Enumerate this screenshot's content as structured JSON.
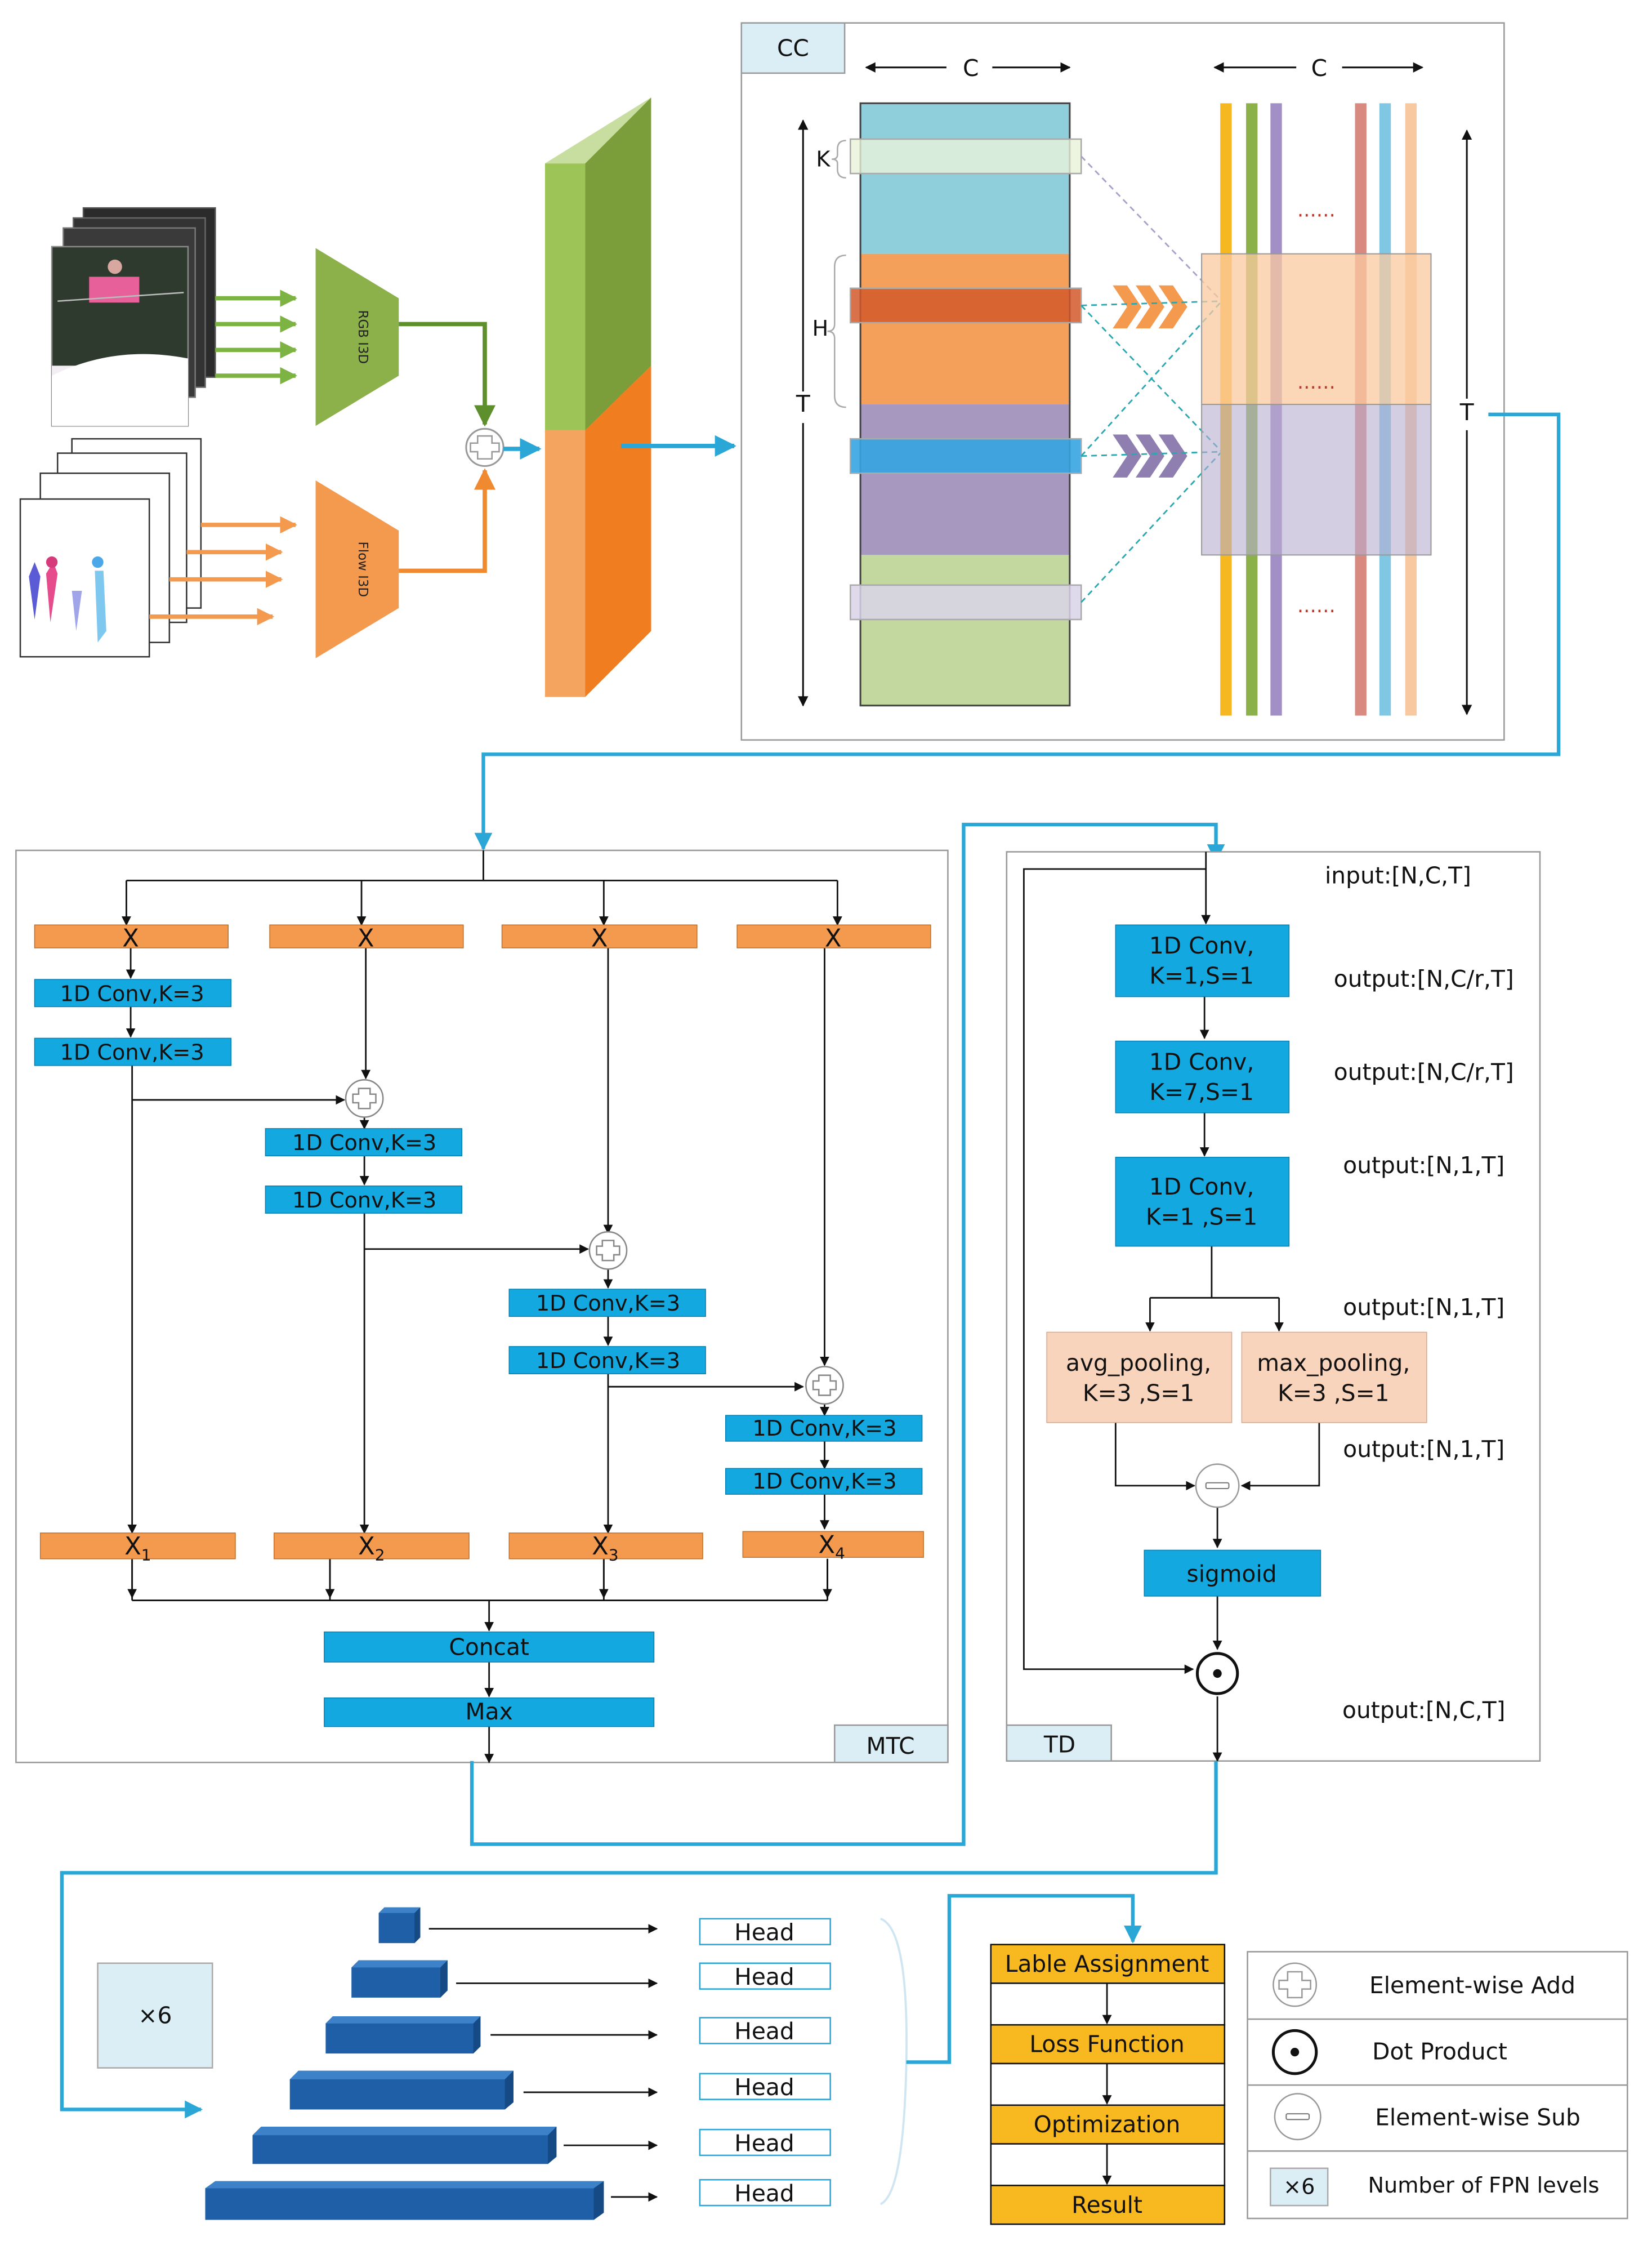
{
  "colors": {
    "rgb_green": "#8cb14a",
    "orange": "#f39a4f",
    "blue": "#13a8e0",
    "blue_dark": "#1e5fa8",
    "gold": "#f8b820",
    "peach": "#f9d4bd",
    "light_blue": "#dbeef6",
    "teal_line": "#2aa7d6"
  },
  "input": {
    "rgb_model": "RGB I3D",
    "flow_model": "Flow I3D"
  },
  "cc": {
    "tag": "CC",
    "c_left": "C",
    "c_right": "C",
    "k": "K",
    "h": "H",
    "t_left": "T",
    "t_right": "T",
    "dots": [
      "......",
      "......",
      "......"
    ]
  },
  "mtc": {
    "tag": "MTC",
    "x_labels": [
      "X",
      "X",
      "X",
      "X"
    ],
    "conv_label": "1D Conv,K=3",
    "out_labels": [
      "X",
      "X",
      "X",
      "X"
    ],
    "out_subs": [
      "1",
      "2",
      "3",
      "4"
    ],
    "concat": "Concat",
    "max": "Max"
  },
  "td": {
    "tag": "TD",
    "input": "input:[N,C,T]",
    "conv1": [
      "1D Conv,",
      "K=1,S=1"
    ],
    "conv2": [
      "1D Conv,",
      "K=7,S=1"
    ],
    "conv3": [
      "1D Conv,",
      "K=1 ,S=1"
    ],
    "out1": "output:[N,C/r,T]",
    "out2": "output:[N,C/r,T]",
    "out3": "output:[N,1,T]",
    "out4": "output:[N,1,T]",
    "out5": "output:[N,1,T]",
    "out6": "output:[N,C,T]",
    "avg": [
      "avg_pooling,",
      "K=3 ,S=1"
    ],
    "max": [
      "max_pooling,",
      "K=3 ,S=1"
    ],
    "sigmoid": "sigmoid"
  },
  "fpn": {
    "levels": "×6",
    "heads": [
      "Head",
      "Head",
      "Head",
      "Head",
      "Head",
      "Head"
    ]
  },
  "pipeline": [
    "Lable Assignment",
    "Loss Function",
    "Optimization",
    "Result"
  ],
  "legend": {
    "items": [
      "Element-wise Add",
      "Dot Product",
      "Element-wise Sub",
      "Number of FPN levels"
    ],
    "badge": "×6"
  }
}
